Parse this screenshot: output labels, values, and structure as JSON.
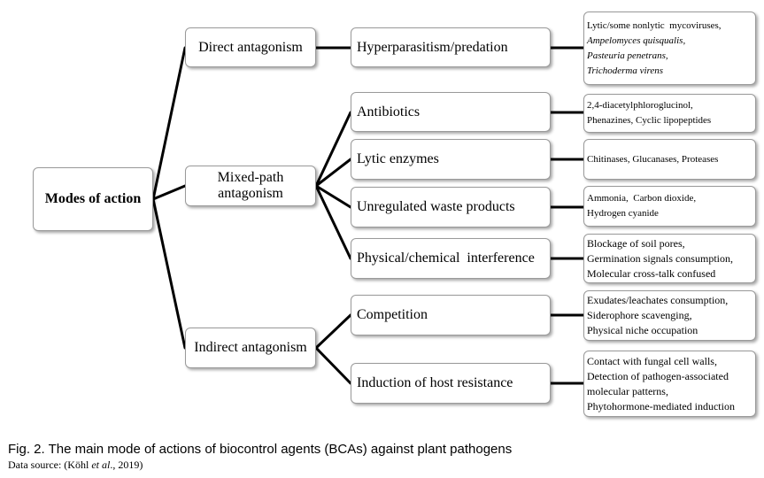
{
  "root": {
    "label": "Modes of action"
  },
  "categories": [
    {
      "label": "Direct antagonism"
    },
    {
      "label": "Mixed-path antagonism"
    },
    {
      "label": "Indirect antagonism"
    }
  ],
  "mechanisms": [
    {
      "label": "Hyperparasitism/predation"
    },
    {
      "label": "Antibiotics"
    },
    {
      "label": "Lytic enzymes"
    },
    {
      "label": "Unregulated waste products"
    },
    {
      "label": "Physical/chemical  interference"
    },
    {
      "label": "Competition"
    },
    {
      "label": "Induction of host resistance"
    }
  ],
  "examples": [
    {
      "lines": [
        "Lytic/some nonlytic  mycoviruses,",
        "Ampelomyces quisqualis,",
        "Pasteuria penetrans,",
        "Trichoderma virens"
      ]
    },
    {
      "lines": [
        "2,4-diacetylphloroglucinol,",
        "Phenazines, Cyclic lipopeptides"
      ]
    },
    {
      "lines": [
        "Chitinases, Glucanases, Proteases"
      ]
    },
    {
      "lines": [
        "Ammonia,  Carbon dioxide,",
        "Hydrogen cyanide"
      ]
    },
    {
      "lines": [
        "Blockage of soil pores,",
        "Germination signals consumption,",
        "Molecular cross-talk confused"
      ]
    },
    {
      "lines": [
        "Exudates/leachates consumption,",
        "Siderophore scavenging,",
        "Physical niche occupation"
      ]
    },
    {
      "lines": [
        "Contact with fungal cell walls,",
        "Detection of pathogen-associated",
        "molecular patterns,",
        "Phytohormone-mediated induction"
      ]
    }
  ],
  "caption": {
    "figure": "Fig. 2. The main mode of actions of biocontrol agents (BCAs) against plant pathogens",
    "source_prefix": "Data source: (Köhl ",
    "source_etal": "et al",
    "source_suffix": "., 2019)"
  }
}
